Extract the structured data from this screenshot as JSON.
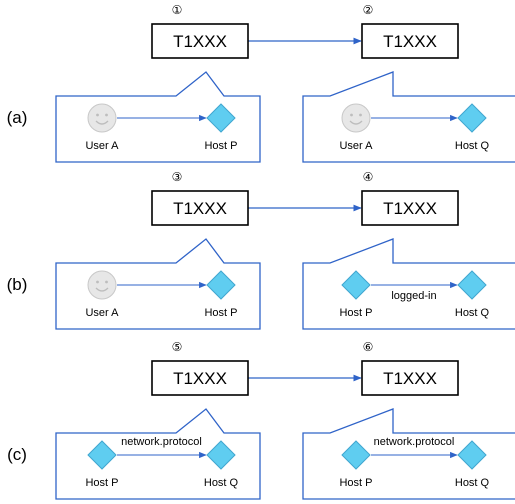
{
  "colors": {
    "accent": "#2f63c8",
    "diamond_fill": "#5fcdf0",
    "diamond_stroke": "#3fa6cf",
    "face_fill": "#e7e7e7",
    "face_stroke": "#c8c8c8"
  },
  "rows": [
    {
      "label": "(a)",
      "steps": [
        {
          "number": "①",
          "box": "T1XXX",
          "panel": {
            "left": {
              "icon": "user-face-icon",
              "label": "User A"
            },
            "right": {
              "icon": "host-diamond-icon",
              "label": "Host P"
            },
            "edge": ""
          }
        },
        {
          "number": "②",
          "box": "T1XXX",
          "panel": {
            "left": {
              "icon": "user-face-icon",
              "label": "User A"
            },
            "right": {
              "icon": "host-diamond-icon",
              "label": "Host Q"
            },
            "edge": ""
          }
        }
      ]
    },
    {
      "label": "(b)",
      "steps": [
        {
          "number": "③",
          "box": "T1XXX",
          "panel": {
            "left": {
              "icon": "user-face-icon",
              "label": "User A"
            },
            "right": {
              "icon": "host-diamond-icon",
              "label": "Host P"
            },
            "edge": ""
          }
        },
        {
          "number": "④",
          "box": "T1XXX",
          "panel": {
            "left": {
              "icon": "host-diamond-icon",
              "label": "Host P"
            },
            "right": {
              "icon": "host-diamond-icon",
              "label": "Host Q"
            },
            "edge": "logged-in"
          }
        }
      ]
    },
    {
      "label": "(c)",
      "steps": [
        {
          "number": "⑤",
          "box": "T1XXX",
          "panel": {
            "left": {
              "icon": "host-diamond-icon",
              "label": "Host P"
            },
            "right": {
              "icon": "host-diamond-icon",
              "label": "Host Q"
            },
            "edge": "network.protocol"
          }
        },
        {
          "number": "⑥",
          "box": "T1XXX",
          "panel": {
            "left": {
              "icon": "host-diamond-icon",
              "label": "Host P"
            },
            "right": {
              "icon": "host-diamond-icon",
              "label": "Host Q"
            },
            "edge": "network.protocol"
          }
        }
      ]
    }
  ]
}
